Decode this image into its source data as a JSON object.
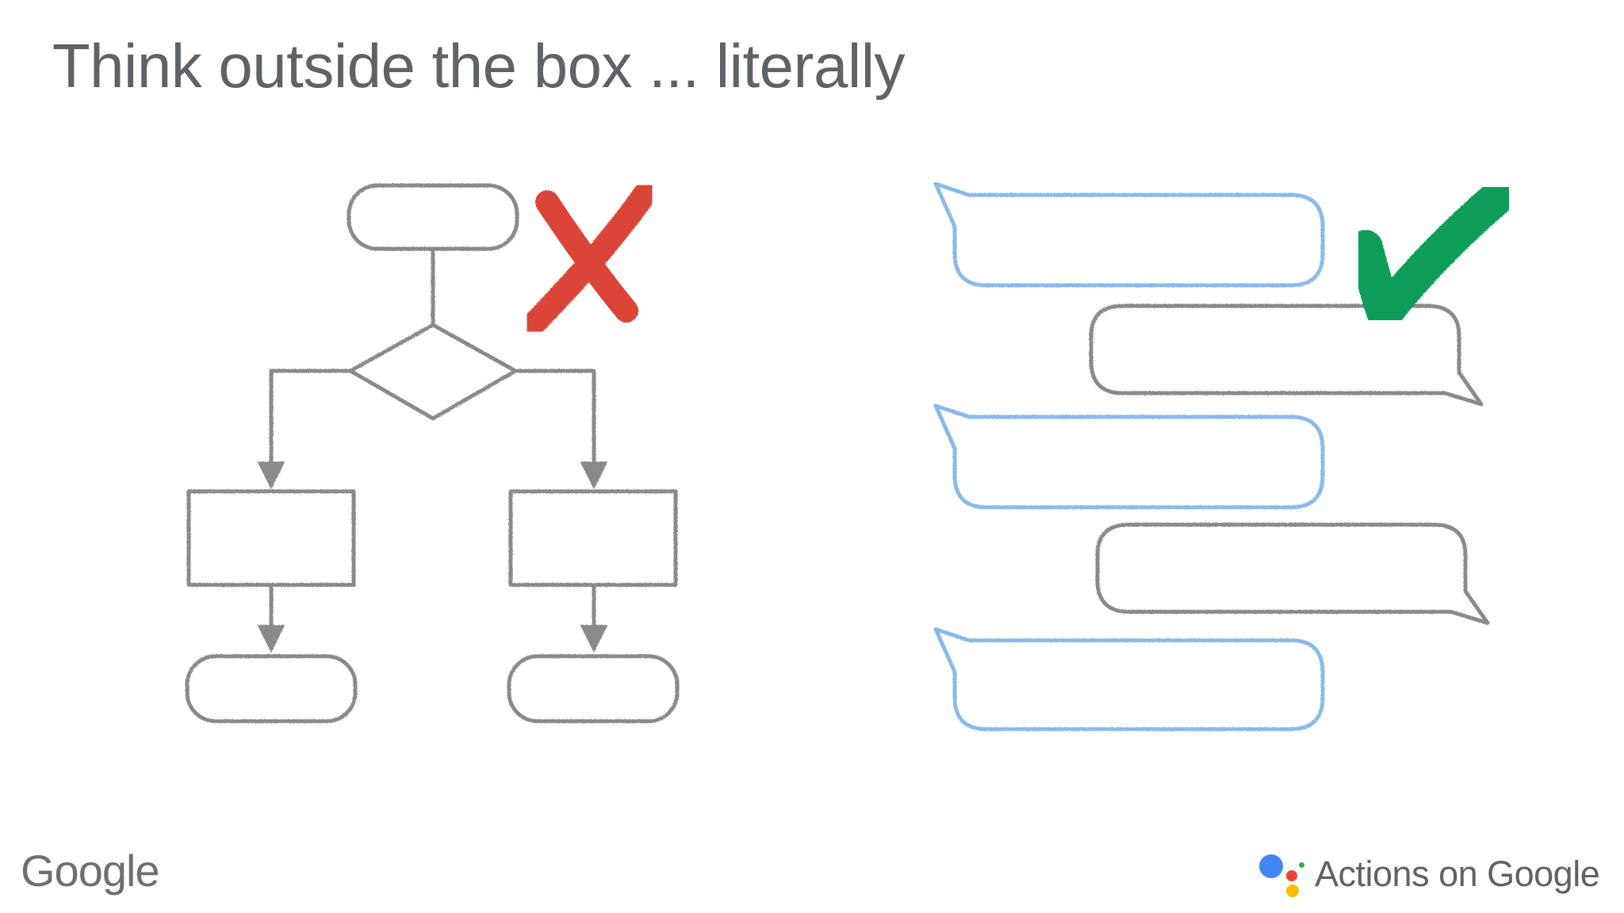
{
  "slide": {
    "title": "Think outside the box ... literally"
  },
  "footer": {
    "google_logo": "Google",
    "product_name": "Actions on Google"
  },
  "colors": {
    "title_text": "#5f6368",
    "sketch_gray": "#8a8a8a",
    "bubble_blue": "#8ab9ec",
    "cross_red": "#db4437",
    "check_green": "#0f9d58"
  },
  "icons": {
    "wrong": "red-x-icon",
    "right": "green-check-icon",
    "assistant": "google-assistant-icon"
  }
}
